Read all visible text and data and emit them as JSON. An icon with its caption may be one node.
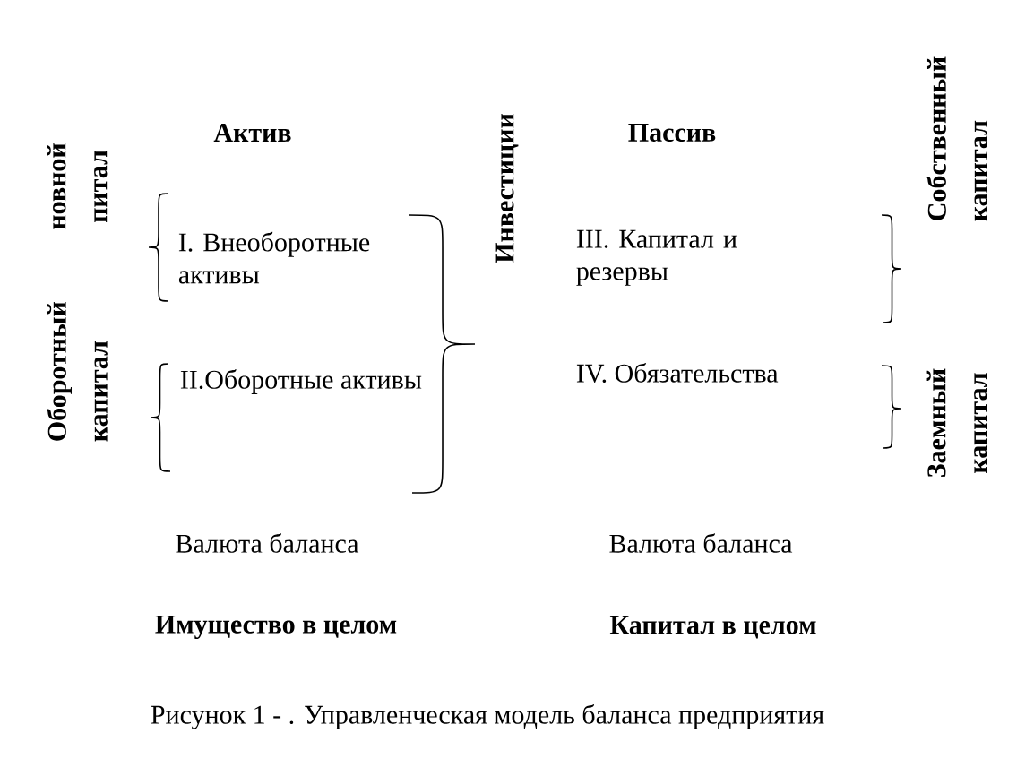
{
  "diagram": {
    "caption": "Рисунок 1 - . Управленческая модель баланса предприятия",
    "labels": [
      "новной питал",
      "Актив",
      "Инвестиции",
      "Пассив",
      "Собственный капитал",
      "I. Внеоборотные активы",
      "III. Капитал и резервы",
      "Оборотный капитал",
      "II.Оборотные активы",
      "IV. Обязательства",
      "Заемный капитал",
      "Валюта баланса",
      "Валюта баланса",
      "Имущество в целом",
      "Капитал в целом"
    ]
  }
}
